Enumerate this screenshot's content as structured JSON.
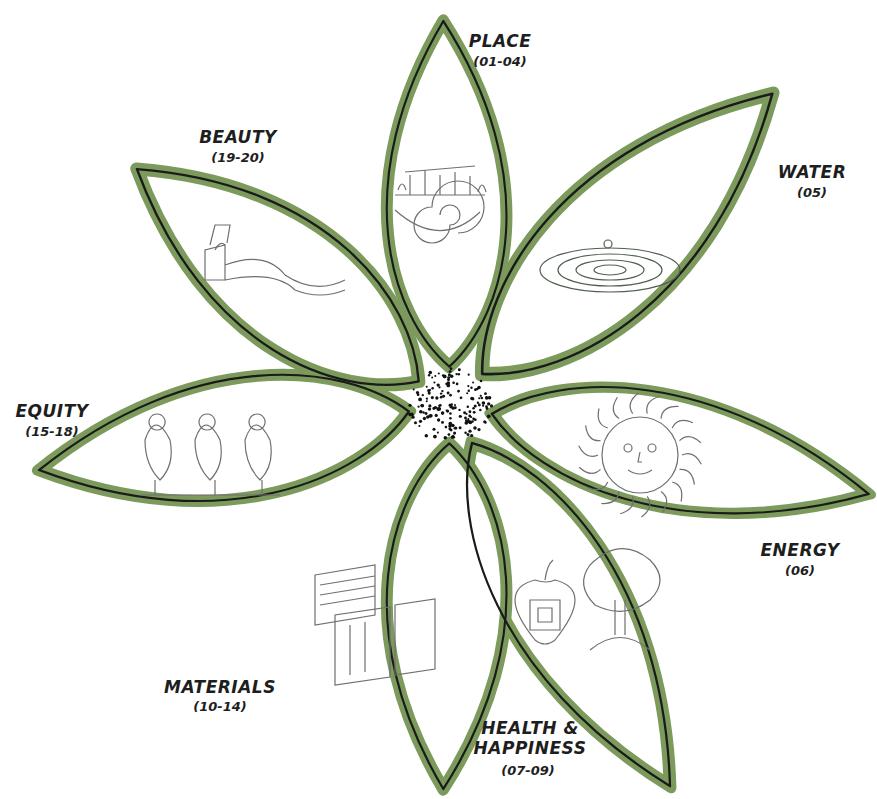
{
  "diagram": {
    "labels": [
      "PLACE",
      "(01-04)",
      "WATER",
      "(05)",
      "ENERGY",
      "(06)",
      "HEALTH & HAPPINESS",
      "(07-09)",
      "MATERIALS",
      "(10-14)",
      "EQUITY",
      "(15-18)",
      "BEAUTY",
      "(19-20)"
    ]
  }
}
